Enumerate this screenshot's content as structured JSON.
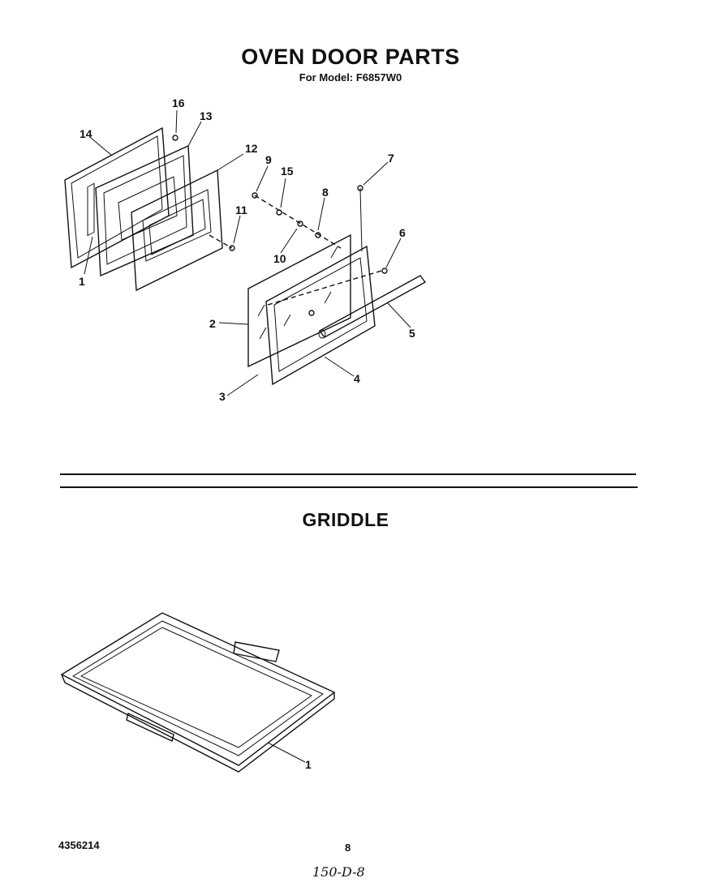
{
  "header": {
    "title": "OVEN DOOR PARTS",
    "subtitle": "For Model: F6857W0"
  },
  "oven_door_callouts": [
    "16",
    "13",
    "14",
    "12",
    "9",
    "15",
    "7",
    "8",
    "11",
    "1",
    "10",
    "6",
    "2",
    "5",
    "4",
    "3"
  ],
  "griddle": {
    "title": "GRIDDLE",
    "callouts": [
      "1"
    ]
  },
  "footer": {
    "part_number": "4356214",
    "page_number": "8",
    "handwritten_note": "150-D-8"
  }
}
